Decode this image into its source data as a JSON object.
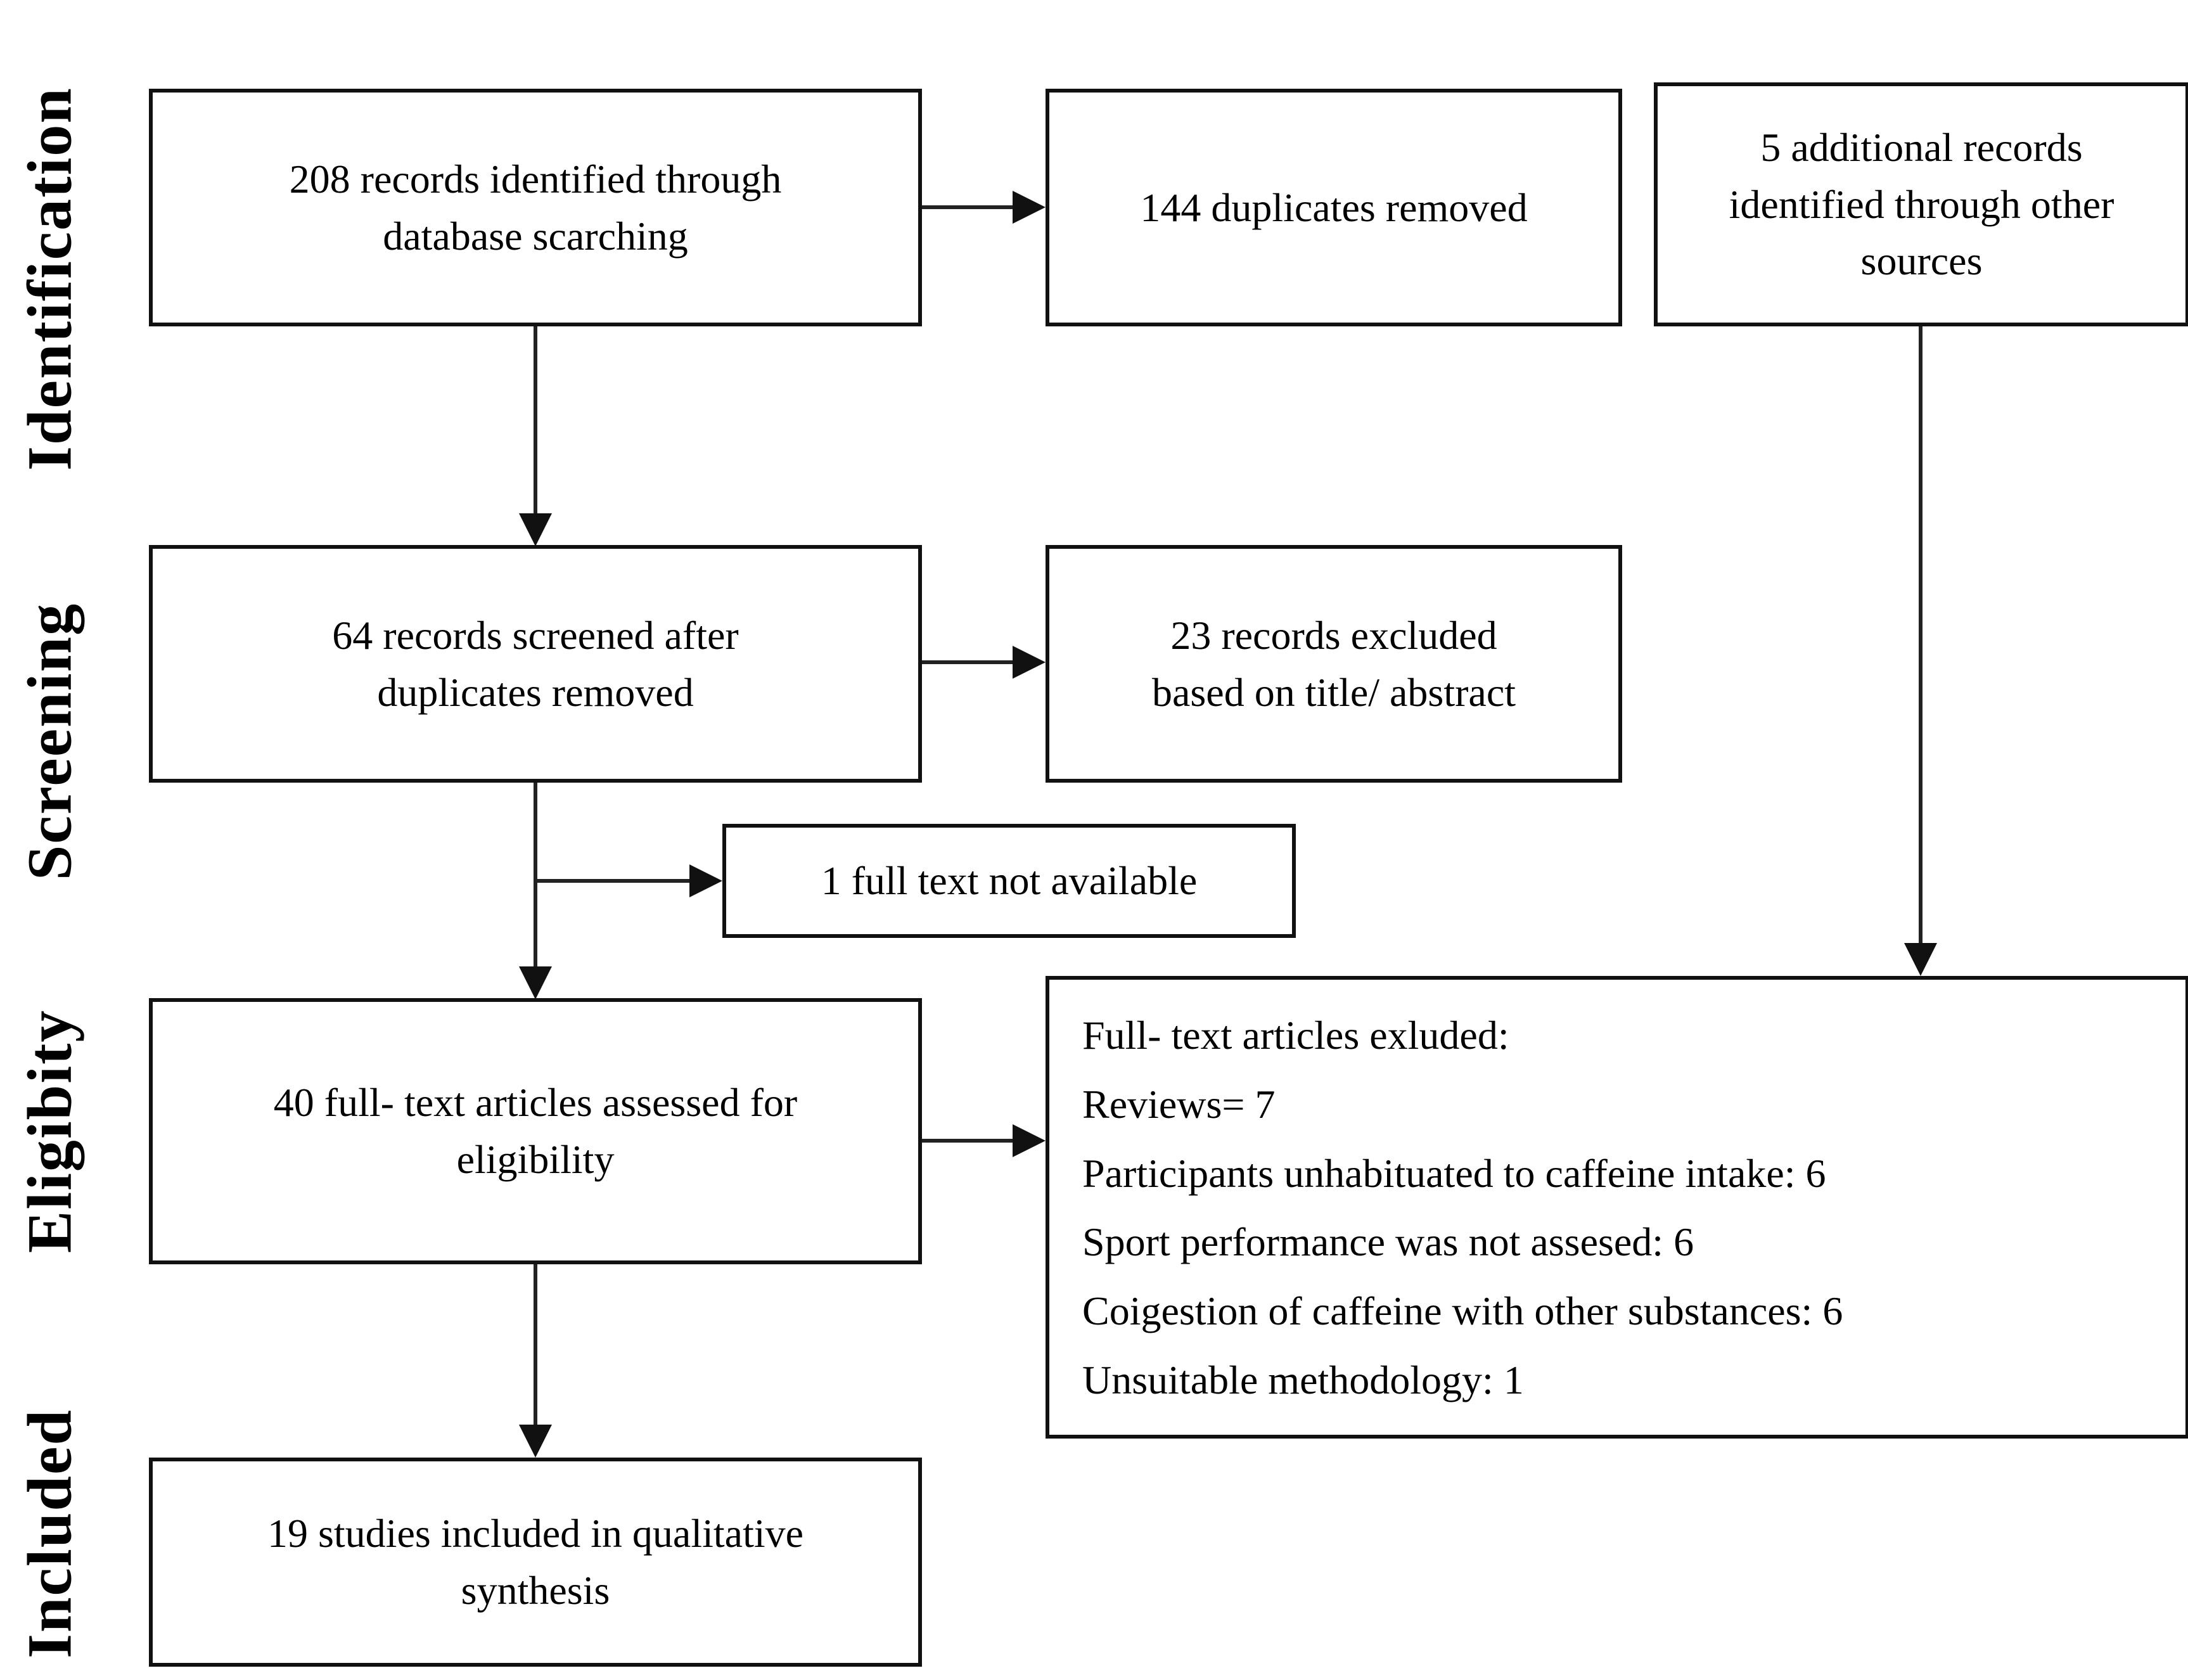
{
  "stages": [
    {
      "id": "identification",
      "label": "Identification"
    },
    {
      "id": "screening",
      "label": "Screening"
    },
    {
      "id": "eligibility",
      "label": "Eligibity"
    },
    {
      "id": "included",
      "label": "Included"
    }
  ],
  "boxes": {
    "records_identified": "208 records identified through\ndatabase scarching",
    "duplicates_removed": "144 duplicates removed",
    "additional_records": "5 additional records\nidentified through other\nsources",
    "records_screened": "64 records screened after\nduplicates removed",
    "records_excluded": "23 records excluded\nbased on title/ abstract",
    "full_text_not_available": "1 full text not available",
    "articles_assessed": "40 full- text articles assessed for\neligibility",
    "full_text_excluded": {
      "lines": [
        "Full- text articles exluded:",
        "Reviews= 7",
        "Participants unhabituated to caffeine intake: 6",
        "Sport performance was not assesed: 6",
        "Coigestion of caffeine with other substances: 6",
        "Unsuitable methodology: 1"
      ]
    },
    "studies_included": "19 studies included in qualitative\nsynthesis"
  }
}
